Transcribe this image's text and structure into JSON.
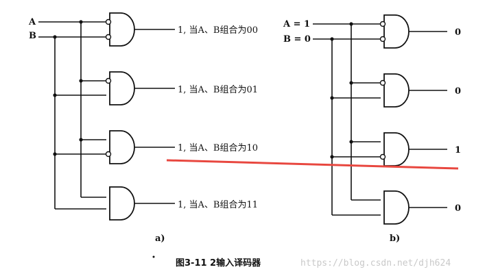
{
  "panel_a": {
    "input_a": "A",
    "input_b": "B",
    "outputs": [
      "1, 当A、B组合为00",
      "1, 当A、B组合为01",
      "1, 当A、B组合为10",
      "1, 当A、B组合为11"
    ],
    "label": "a)"
  },
  "panel_b": {
    "input_a": "A = 1",
    "input_b": "B = 0",
    "outputs": [
      "0",
      "0",
      "1",
      "0"
    ],
    "label": "b)"
  },
  "caption": {
    "text": "图3-11   2输入译码器"
  },
  "watermark": "https://blog.csdn.net/djh624",
  "annotation": {
    "color": "#e8473f"
  }
}
